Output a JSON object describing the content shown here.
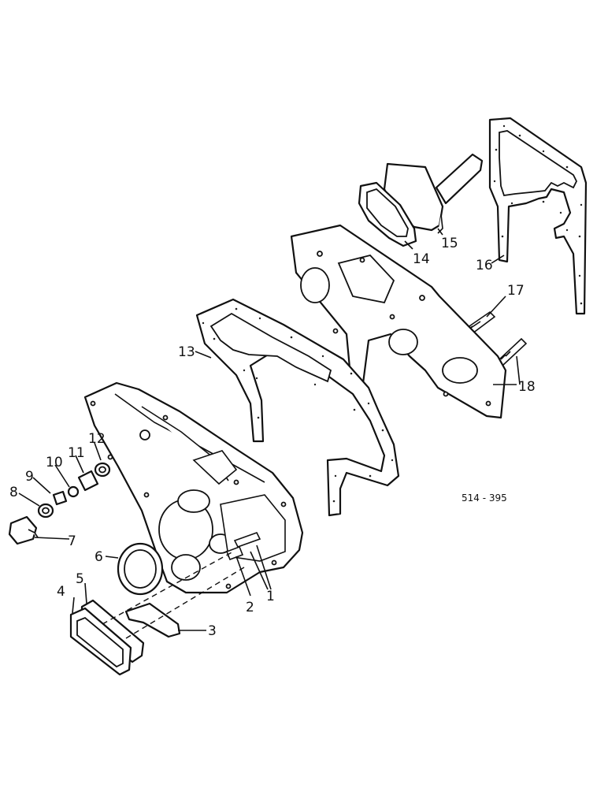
{
  "diagram": {
    "reference_code": "514 - 395",
    "callouts": [
      "1",
      "2",
      "3",
      "4",
      "5",
      "6",
      "7",
      "8",
      "9",
      "10",
      "11",
      "12",
      "13",
      "14",
      "15",
      "16",
      "17",
      "18"
    ]
  }
}
